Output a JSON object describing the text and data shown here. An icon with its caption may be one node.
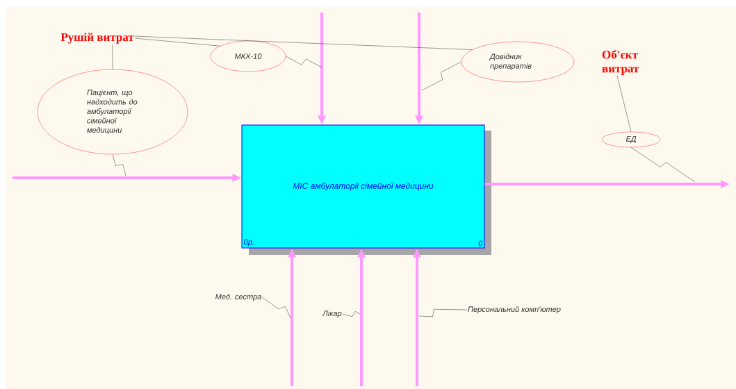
{
  "diagram": {
    "nodes": [
      {
        "text": [
          "МІС амбулаторії сімейної медицини",
          "0р.",
          "0"
        ]
      },
      {
        "text": [
          "Рушій витрат"
        ]
      },
      {
        "text": [
          "Пацієнт, що надходить до амбулаторії сімейної медицини"
        ]
      },
      {
        "text": [
          "МКХ-10"
        ]
      },
      {
        "text": [
          "Довідник препаратів"
        ]
      },
      {
        "text": [
          "Об'єкт витрат"
        ]
      },
      {
        "text": [
          "ЕД"
        ]
      },
      {
        "text": [
          "Мед. сестра"
        ]
      },
      {
        "text": [
          "Лікар"
        ]
      },
      {
        "text": [
          "Персональний комп'ютер"
        ]
      }
    ],
    "edges": [
      {
        "from": null,
        "to": 0,
        "arrow": "to",
        "style": "thick",
        "color": "#ff99ff"
      },
      {
        "from": null,
        "to": 0,
        "arrow": "to",
        "style": "thick",
        "color": "#ff99ff"
      },
      {
        "from": null,
        "to": 0,
        "arrow": "to",
        "style": "thick",
        "color": "#ff99ff"
      },
      {
        "from": 0,
        "to": null,
        "arrow": "to",
        "style": "thick",
        "color": "#ff99ff"
      },
      {
        "from": null,
        "to": 0,
        "arrow": "to",
        "style": "thick",
        "color": "#ff99ff"
      },
      {
        "from": null,
        "to": 0,
        "arrow": "to",
        "style": "thick",
        "color": "#ff99ff"
      },
      {
        "from": null,
        "to": 0,
        "arrow": "to",
        "style": "thick",
        "color": "#ff99ff"
      },
      {
        "from": 1,
        "to": 2,
        "arrow": "none"
      },
      {
        "from": 1,
        "to": 3,
        "arrow": "none"
      },
      {
        "from": 1,
        "to": 4,
        "arrow": "none"
      },
      {
        "from": 5,
        "to": 6,
        "arrow": "none"
      },
      {
        "from": 2,
        "to": null,
        "arrow": "none"
      },
      {
        "from": 3,
        "to": null,
        "arrow": "none"
      },
      {
        "from": 4,
        "to": null,
        "arrow": "none"
      },
      {
        "from": 6,
        "to": null,
        "arrow": "none"
      },
      {
        "from": 7,
        "to": null,
        "arrow": "none"
      },
      {
        "from": 8,
        "to": null,
        "arrow": "none"
      },
      {
        "from": 9,
        "to": null,
        "arrow": "none"
      }
    ]
  }
}
